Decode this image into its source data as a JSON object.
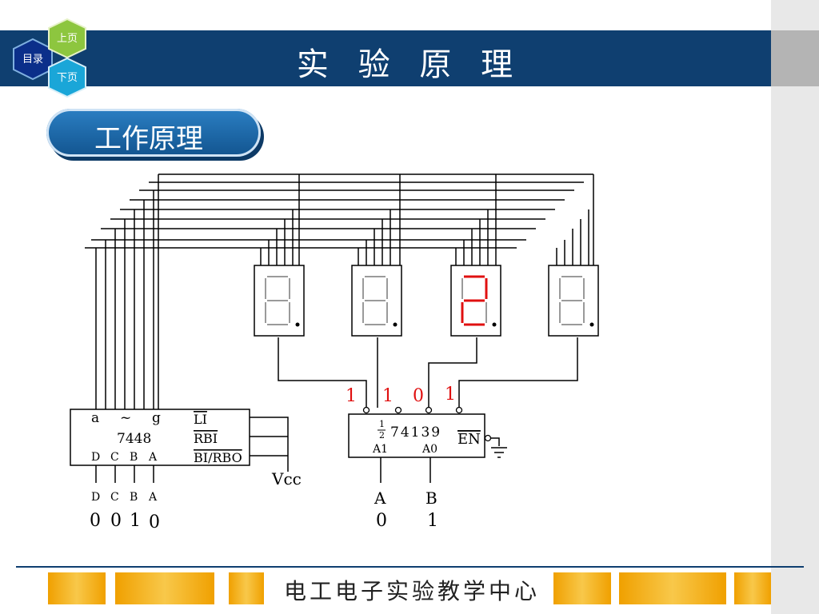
{
  "nav": {
    "contents": "目录",
    "prev": "上页",
    "next": "下页"
  },
  "header": {
    "title": "实 验 原 理"
  },
  "section": {
    "title": "工作原理"
  },
  "diagram": {
    "decoder": {
      "outputs_a": "a",
      "outputs_tilde": "~",
      "outputs_g": "g",
      "chip": "7448",
      "pin_li": "LI",
      "pin_rbi": "RBI",
      "pin_birbo": "BI/RBO",
      "in_d": "D",
      "in_c": "C",
      "in_b": "B",
      "in_a": "A",
      "bottom_d": "D",
      "bottom_c": "C",
      "bottom_b": "B",
      "bottom_a": "A",
      "val_d": "0",
      "val_c": "0",
      "val_b": "1",
      "val_a": "0",
      "vcc": "Vcc"
    },
    "demux": {
      "fraction_num": "1",
      "fraction_den": "2",
      "chip": "74139",
      "a1": "A1",
      "a0": "A0",
      "en": "EN",
      "out0": "1",
      "out1": "1",
      "out2": "0",
      "out3": "1",
      "in_a": "A",
      "in_b": "B",
      "val_a": "0",
      "val_b": "1"
    },
    "displays": [
      {
        "digit": "8",
        "active": false
      },
      {
        "digit": "8",
        "active": false
      },
      {
        "digit": "2",
        "active": true
      },
      {
        "digit": "8",
        "active": false
      }
    ],
    "colors": {
      "active_segment": "#e01010",
      "inactive_segment": "#9a9a9a",
      "logic_label": "#e01010"
    }
  },
  "footer": {
    "text": "电工电子实验教学中心"
  }
}
